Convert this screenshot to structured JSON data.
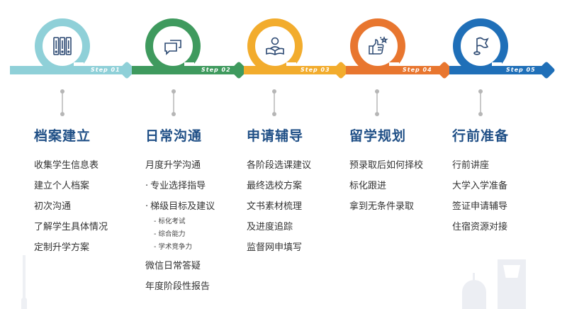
{
  "steps": [
    {
      "step_label": "Step 01",
      "title": "档案建立",
      "icon": "binders-icon",
      "color": "#8fd0d8",
      "items": [
        "收集学生信息表",
        "建立个人档案",
        "初次沟通",
        "了解学生具体情况",
        "定制升学方案"
      ]
    },
    {
      "step_label": "Step 02",
      "title": "日常沟通",
      "icon": "chat-bubbles-icon",
      "color": "#3f9a5e",
      "items": [
        "月度升学沟通",
        "专业选择指导",
        "梯级目标及建议",
        "标化考试",
        "综合能力",
        "学术竞争力",
        "微信日常答疑",
        "年度阶段性报告"
      ]
    },
    {
      "step_label": "Step 03",
      "title": "申请辅导",
      "icon": "reader-icon",
      "color": "#f2ac2d",
      "items": [
        "各阶段选课建议",
        "最终选校方案",
        "文书素材梳理",
        "及进度追踪",
        "监督网申填写"
      ]
    },
    {
      "step_label": "Step 04",
      "title": "留学规划",
      "icon": "thumbs-up-icon",
      "color": "#e8762f",
      "items": [
        "预录取后如何择校",
        "标化跟进",
        "拿到无条件录取"
      ]
    },
    {
      "step_label": "Step 05",
      "title": "行前准备",
      "icon": "flag-icon",
      "color": "#1f6fb8",
      "items": [
        "行前讲座",
        "大学入学准备",
        "签证申请辅导",
        "住宿资源对接"
      ]
    }
  ],
  "colors": {
    "title": "#1f4f86",
    "text": "#333333",
    "icon_stroke": "#2d4a73"
  }
}
